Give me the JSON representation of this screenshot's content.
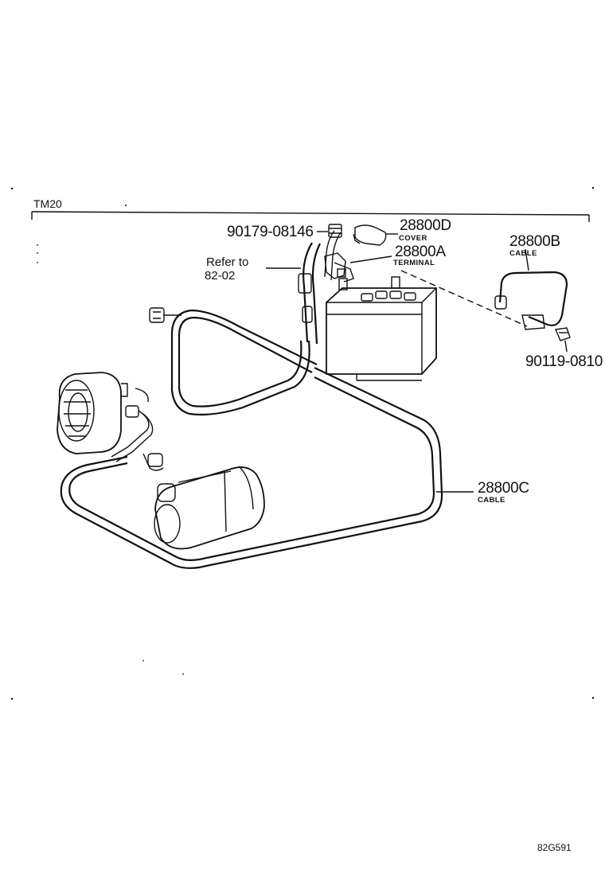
{
  "header": {
    "model": "TM20"
  },
  "footer": {
    "code": "82G591"
  },
  "parts": {
    "bolt_top": {
      "number": "90179-08146"
    },
    "cover": {
      "number": "28800D",
      "name": "COVER"
    },
    "terminal": {
      "number": "28800A",
      "name": "TERMINAL"
    },
    "cable_b": {
      "number": "28800B",
      "name": "CABLE"
    },
    "bolt_right": {
      "number": "90119-0810"
    },
    "cable_c": {
      "number": "28800C",
      "name": "CABLE"
    }
  },
  "reference": {
    "line1": "Refer to",
    "line2": "82-02"
  },
  "colors": {
    "ink": "#111111",
    "paper": "#ffffff"
  }
}
